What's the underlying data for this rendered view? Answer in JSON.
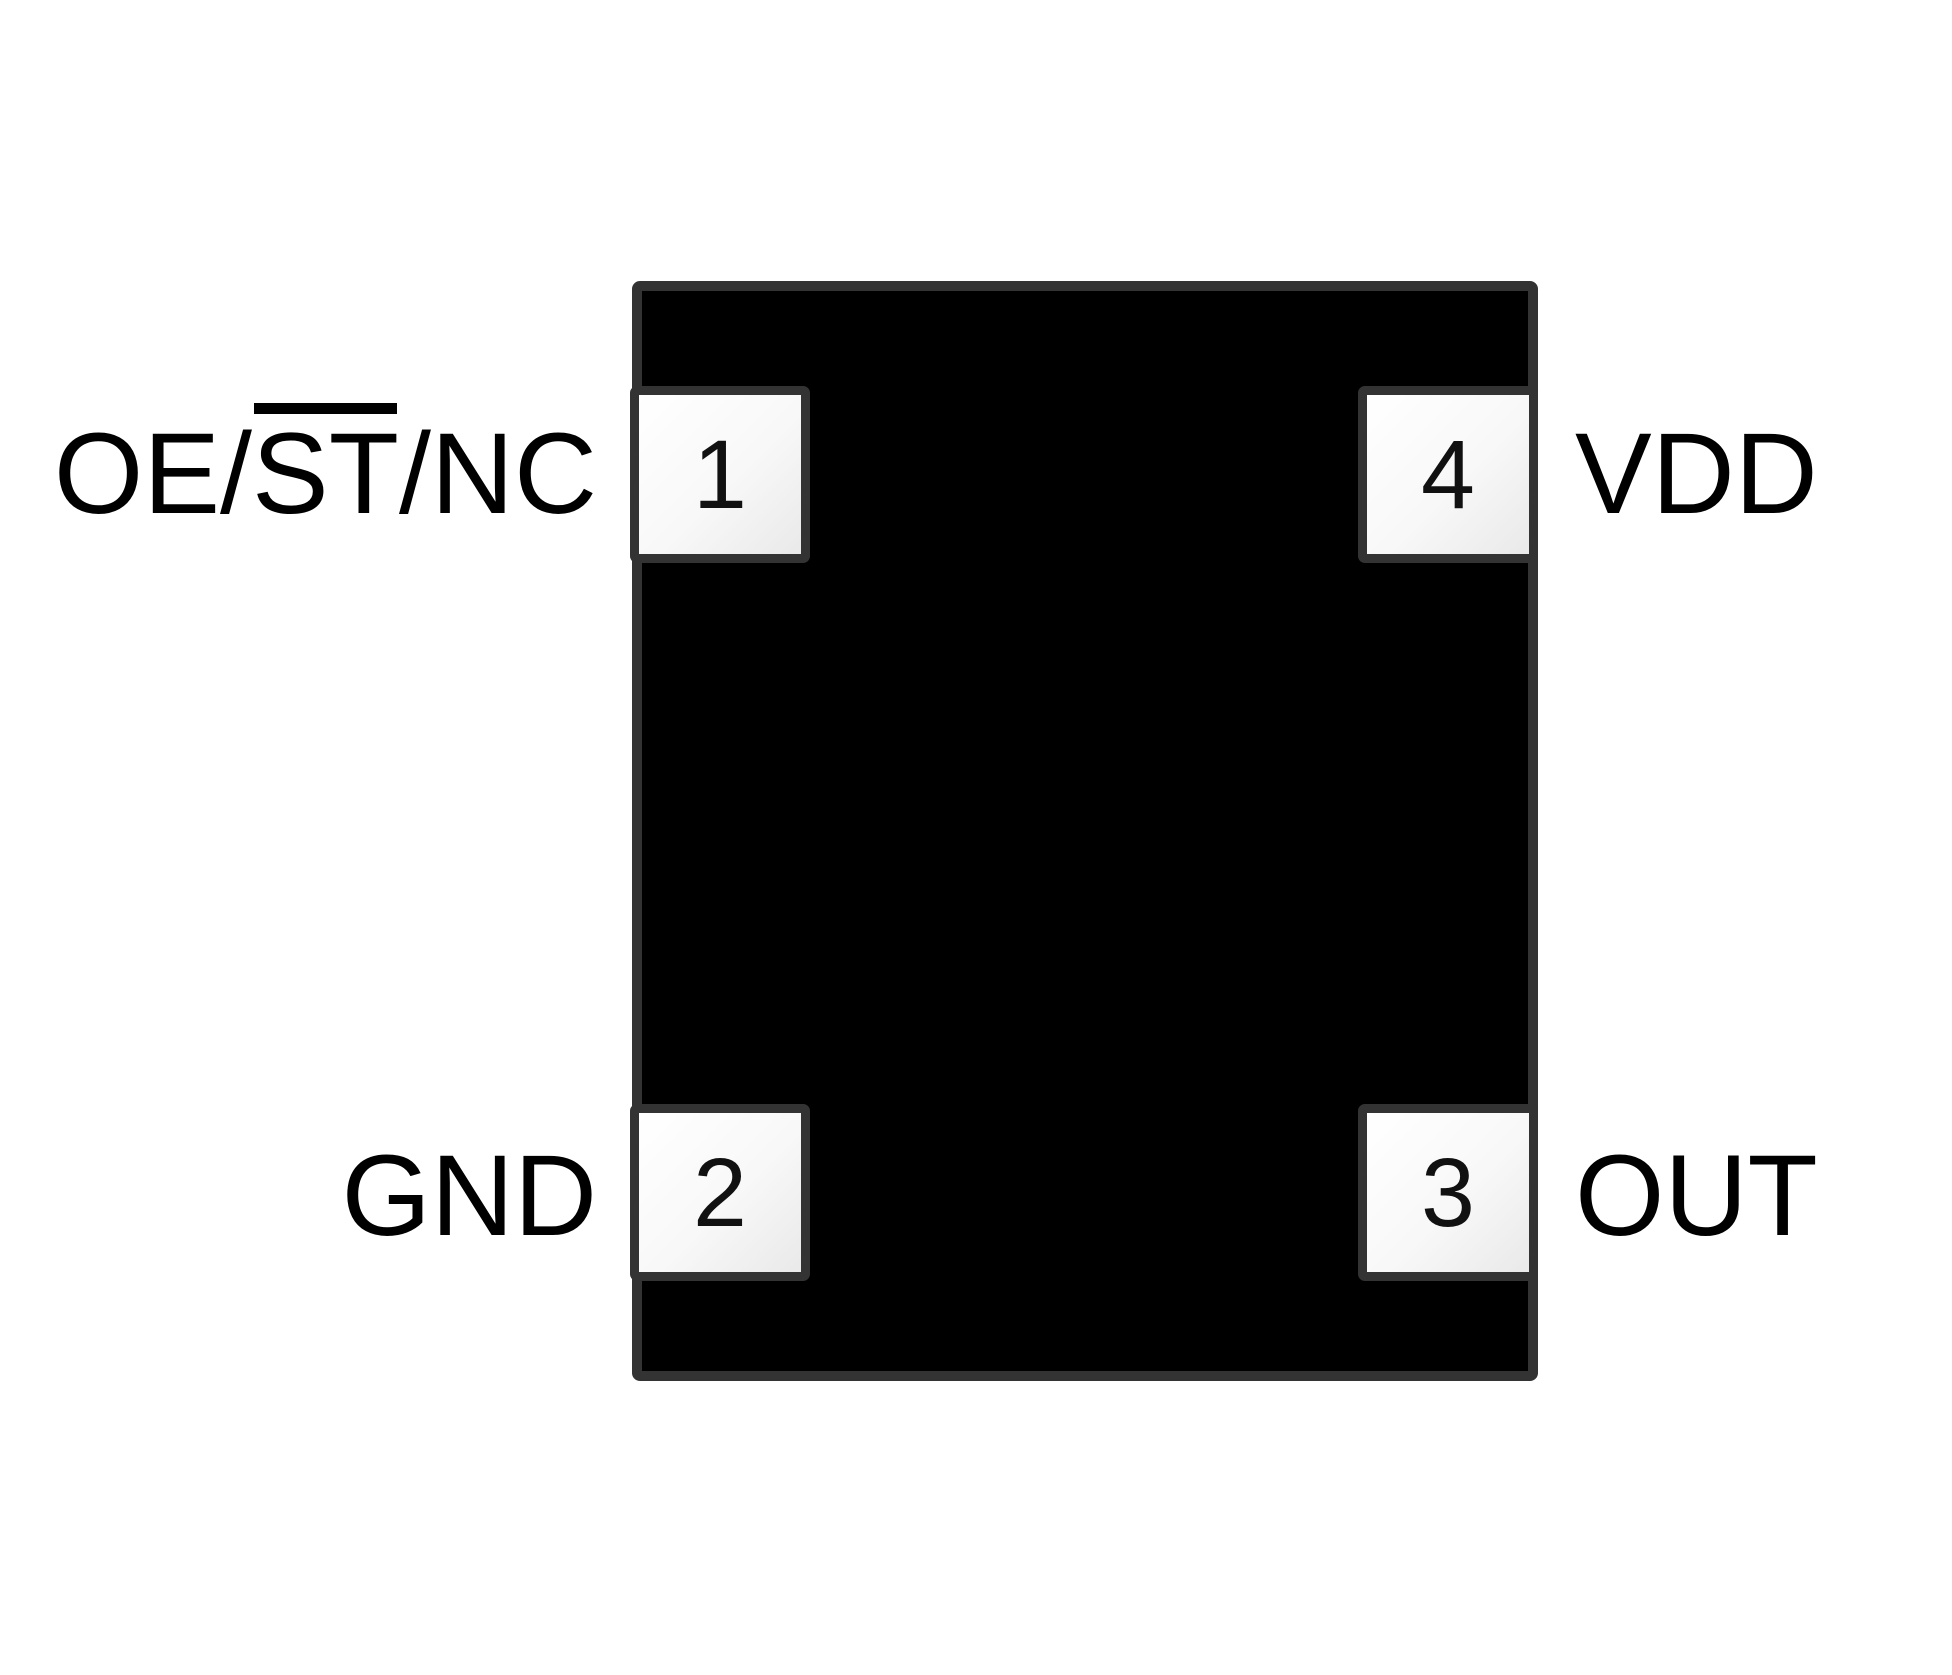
{
  "diagram": {
    "type": "ic-pinout",
    "package": {
      "body_color": "#000000",
      "outline_color": "#333333",
      "pad_fill_light": "#ffffff",
      "pad_fill_shade": "#e9e9e9",
      "text_color": "#000000",
      "background_color": "#ffffff"
    },
    "pins": [
      {
        "number": "1",
        "label": "OE/ST/NC",
        "label_pre": "OE/",
        "label_overlined": "ST",
        "label_post": "/NC",
        "overline": true,
        "side": "left",
        "row": "top"
      },
      {
        "number": "2",
        "label": "GND",
        "side": "left",
        "row": "bottom"
      },
      {
        "number": "3",
        "label": "OUT",
        "side": "right",
        "row": "bottom"
      },
      {
        "number": "4",
        "label": "VDD",
        "side": "right",
        "row": "top"
      }
    ]
  }
}
